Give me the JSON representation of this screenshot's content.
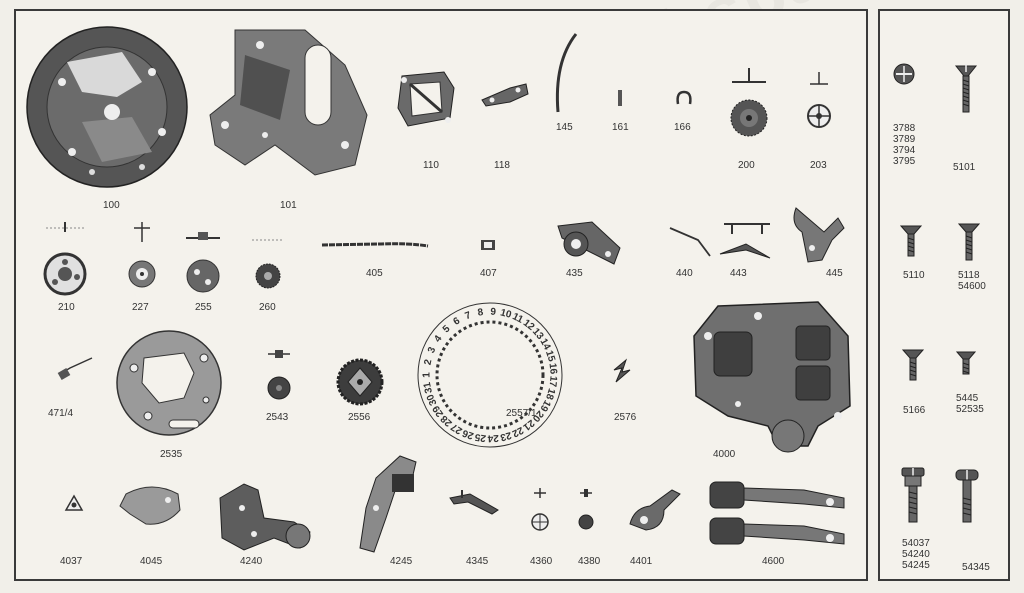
{
  "watermark": "www.vintagewatchspares.com",
  "colors": {
    "ink": "#2a2a2a",
    "metal": "#6e6e6e",
    "metal_light": "#a9a9a9",
    "paper": "#f4f2ec"
  },
  "labels": {
    "p100": "100",
    "p101": "101",
    "p110": "110",
    "p118": "118",
    "p145": "145",
    "p161": "161",
    "p166": "166",
    "p200": "200",
    "p203": "203",
    "p210": "210",
    "p227": "227",
    "p255": "255",
    "p260": "260",
    "p405": "405",
    "p407": "407",
    "p435": "435",
    "p440": "440",
    "p443": "443",
    "p445": "445",
    "p471": "471/4",
    "p2535": "2535",
    "p2543": "2543",
    "p2556": "2556",
    "p2557": "2557/1",
    "p2576": "2576",
    "p4000": "4000",
    "p4037": "4037",
    "p4045": "4045",
    "p4240": "4240",
    "p4245": "4245",
    "p4345": "4345",
    "p4360": "4360",
    "p4380": "4380",
    "p4401": "4401",
    "p4600": "4600"
  },
  "screws": {
    "s3788": "3788\n3789\n3794\n3795",
    "s5101": "5101",
    "s5110": "5110",
    "s5118": "5118\n54600",
    "s5166": "5166",
    "s5445": "5445\n52535",
    "s54037": "54037\n54240\n54245",
    "s54345": "54345"
  },
  "date_ring_numbers": [
    "1",
    "2",
    "3",
    "4",
    "5",
    "6",
    "7",
    "8",
    "9",
    "10",
    "11",
    "12",
    "13",
    "14",
    "15",
    "16",
    "17",
    "18",
    "19",
    "20",
    "21",
    "22",
    "23",
    "24",
    "25",
    "26",
    "27",
    "28",
    "29",
    "30",
    "31"
  ]
}
